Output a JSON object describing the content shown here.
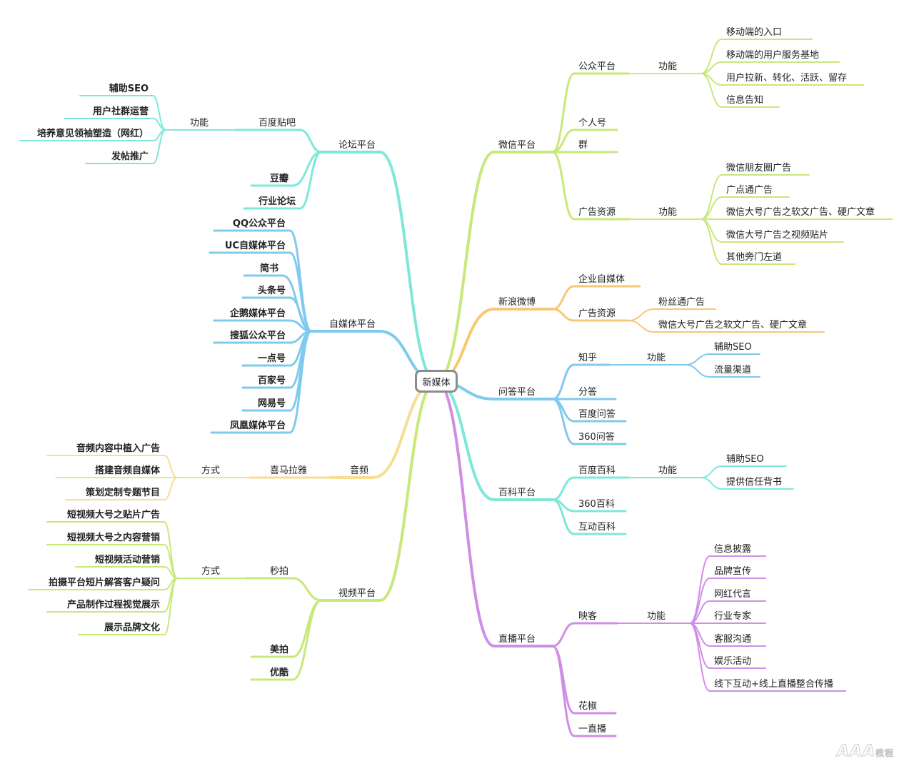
{
  "center": "新媒体",
  "watermark": {
    "logo": "AAA",
    "suffix": "教程"
  },
  "colors": {
    "weixin": "#c8e87a",
    "weibo": "#f6c876",
    "wenda": "#7fcaee",
    "baike": "#7ee8d8",
    "zhibo": "#cf8ee6",
    "luntan": "#7ee8d8",
    "zimeiti": "#7fcaee",
    "yinpin": "#f8de92",
    "shipin": "#c8e87a"
  },
  "branches": [
    {
      "key": "weixin",
      "label": "微信平台",
      "children": [
        {
          "label": "公众平台",
          "children": [
            {
              "label": "功能",
              "children": [
                {
                  "label": "移动端的入口"
                },
                {
                  "label": "移动端的用户服务基地"
                },
                {
                  "label": "用户拉新、转化、活跃、留存"
                },
                {
                  "label": "信息告知"
                }
              ]
            }
          ]
        },
        {
          "label": "个人号"
        },
        {
          "label": "群"
        },
        {
          "label": "广告资源",
          "children": [
            {
              "label": "功能",
              "children": [
                {
                  "label": "微信朋友圈广告"
                },
                {
                  "label": "广点通广告"
                },
                {
                  "label": "微信大号广告之软文广告、硬广文章"
                },
                {
                  "label": "微信大号广告之视频贴片"
                },
                {
                  "label": "其他旁门左道"
                }
              ]
            }
          ]
        }
      ]
    },
    {
      "key": "weibo",
      "label": "新浪微博",
      "children": [
        {
          "label": "企业自媒体"
        },
        {
          "label": "广告资源",
          "children": [
            {
              "label": "粉丝通广告"
            },
            {
              "label": "微信大号广告之软文广告、硬广文章"
            }
          ]
        }
      ]
    },
    {
      "key": "wenda",
      "label": "问答平台",
      "children": [
        {
          "label": "知乎",
          "children": [
            {
              "label": "功能",
              "children": [
                {
                  "label": "辅助SEO"
                },
                {
                  "label": "流量渠道"
                }
              ]
            }
          ]
        },
        {
          "label": "分答"
        },
        {
          "label": "百度问答"
        },
        {
          "label": "360问答"
        }
      ]
    },
    {
      "key": "baike",
      "label": "百科平台",
      "children": [
        {
          "label": "百度百科",
          "children": [
            {
              "label": "功能",
              "children": [
                {
                  "label": "辅助SEO"
                },
                {
                  "label": "提供信任背书"
                }
              ]
            }
          ]
        },
        {
          "label": "360百科"
        },
        {
          "label": "互动百科"
        }
      ]
    },
    {
      "key": "zhibo",
      "label": "直播平台",
      "children": [
        {
          "label": "映客",
          "children": [
            {
              "label": "功能",
              "children": [
                {
                  "label": "信息披露"
                },
                {
                  "label": "品牌宣传"
                },
                {
                  "label": "网红代言"
                },
                {
                  "label": "行业专家"
                },
                {
                  "label": "客服沟通"
                },
                {
                  "label": "娱乐活动"
                },
                {
                  "label": "线下互动+线上直播整合传播"
                }
              ]
            }
          ]
        },
        {
          "label": "花椒"
        },
        {
          "label": "一直播"
        }
      ]
    },
    {
      "key": "luntan",
      "label": "论坛平台",
      "children": [
        {
          "label": "百度贴吧",
          "children": [
            {
              "label": "功能",
              "children": [
                {
                  "label": "辅助SEO"
                },
                {
                  "label": "用户社群运营"
                },
                {
                  "label": "培养意见领袖塑造（网红）"
                },
                {
                  "label": "发帖推广"
                }
              ]
            }
          ]
        },
        {
          "label": "豆瓣"
        },
        {
          "label": "行业论坛"
        }
      ]
    },
    {
      "key": "zimeiti",
      "label": "自媒体平台",
      "children": [
        {
          "label": "QQ公众平台"
        },
        {
          "label": "UC自媒体平台"
        },
        {
          "label": "简书"
        },
        {
          "label": "头条号"
        },
        {
          "label": "企鹅媒体平台"
        },
        {
          "label": "搜狐公众平台"
        },
        {
          "label": "一点号"
        },
        {
          "label": "百家号"
        },
        {
          "label": "网易号"
        },
        {
          "label": "凤凰媒体平台"
        }
      ]
    },
    {
      "key": "yinpin",
      "label": "音频",
      "children": [
        {
          "label": "喜马拉雅",
          "children": [
            {
              "label": "方式",
              "children": [
                {
                  "label": "音频内容中植入广告"
                },
                {
                  "label": "搭建音频自媒体"
                },
                {
                  "label": "策划定制专题节目"
                }
              ]
            }
          ]
        }
      ]
    },
    {
      "key": "shipin",
      "label": "视频平台",
      "children": [
        {
          "label": "秒拍",
          "children": [
            {
              "label": "方式",
              "children": [
                {
                  "label": "短视频大号之贴片广告"
                },
                {
                  "label": "短视频大号之内容营销"
                },
                {
                  "label": "短视频活动营销"
                },
                {
                  "label": "拍摄平台短片解答客户疑问"
                },
                {
                  "label": "产品制作过程视觉展示"
                },
                {
                  "label": "展示品牌文化"
                }
              ]
            }
          ]
        },
        {
          "label": "美拍"
        },
        {
          "label": "优酷"
        }
      ]
    }
  ]
}
